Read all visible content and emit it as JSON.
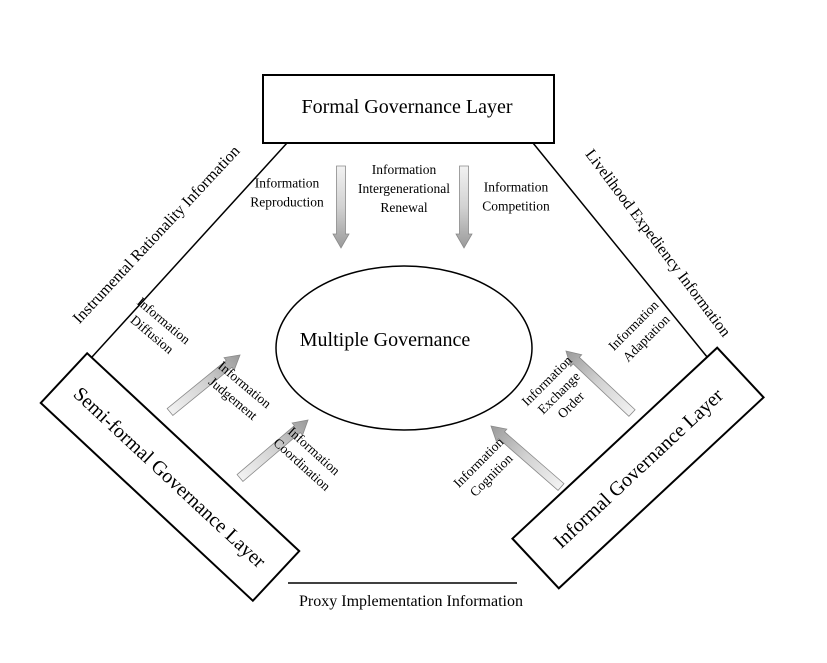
{
  "layers": {
    "formal": "Formal Governance Layer",
    "semi_formal": "Semi-formal Governance Layer",
    "informal": "Informal Governance Layer"
  },
  "center": "Multiple Governance",
  "edges": {
    "left": "Instrumental Rationality Information",
    "right": "Livelihood Expediency Information",
    "bottom": "Proxy Implementation Information"
  },
  "flows": {
    "reproduction": [
      "Information",
      "Reproduction"
    ],
    "intergenerational": [
      "Information",
      "Intergenerational",
      "Renewal"
    ],
    "competition": [
      "Information",
      "Competition"
    ],
    "diffusion": [
      "Information",
      "Diffusion"
    ],
    "judgement": [
      "Information",
      "Judgement"
    ],
    "coordination": [
      "Information",
      "Coordination"
    ],
    "cognition": [
      "Information",
      "Cognition"
    ],
    "exchange_order": [
      "Information",
      "Exchange",
      "Order"
    ],
    "adaptation": [
      "Information",
      "Adaptation"
    ]
  },
  "colors": {
    "line": "#000000",
    "arrow_light": "#f0f0f0",
    "arrow_dark": "#9a9a9a",
    "arrow_stroke": "#8a8a8a"
  }
}
